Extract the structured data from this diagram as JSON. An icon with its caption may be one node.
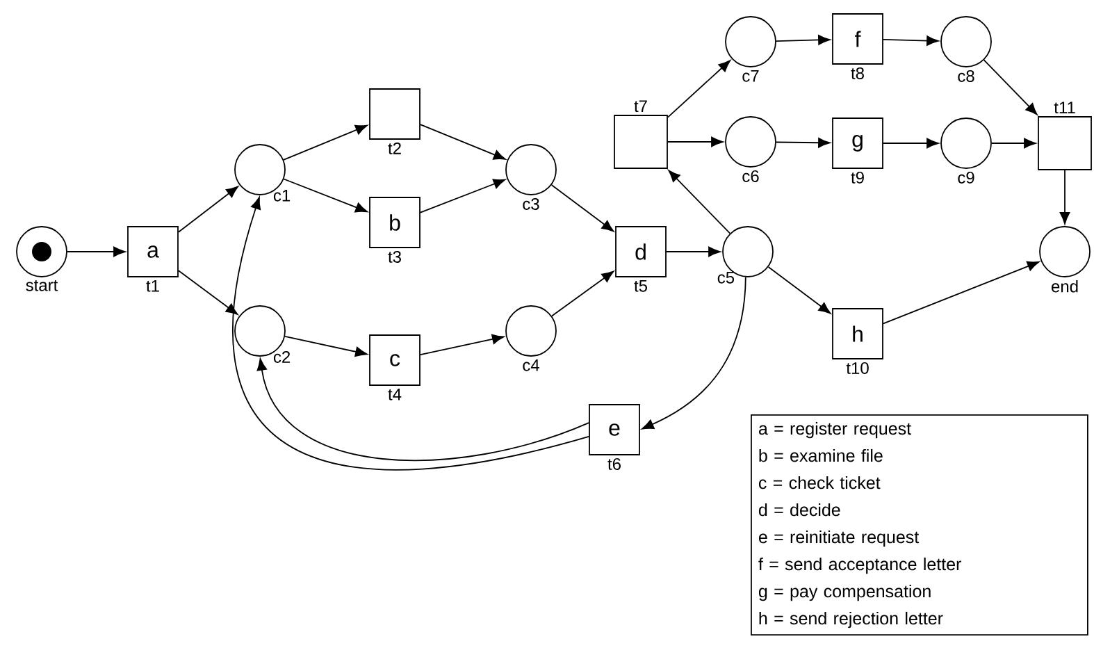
{
  "diagram": {
    "nodes": [
      {
        "text": [],
        "shape": "circle",
        "beside": [
          "start"
        ]
      },
      {
        "text": [
          "a"
        ],
        "beside": [
          "t1"
        ]
      },
      {
        "text": [],
        "shape": "circle",
        "beside": [
          "c1"
        ]
      },
      {
        "text": [],
        "shape": "circle",
        "beside": [
          "c2"
        ]
      },
      {
        "text": [],
        "shape": "box",
        "beside": [
          "t2"
        ]
      },
      {
        "text": [
          "b"
        ],
        "beside": [
          "t3"
        ]
      },
      {
        "text": [
          "c"
        ],
        "beside": [
          "t4"
        ]
      },
      {
        "text": [],
        "shape": "circle",
        "beside": [
          "c3"
        ]
      },
      {
        "text": [],
        "shape": "circle",
        "beside": [
          "c4"
        ]
      },
      {
        "text": [
          "d"
        ],
        "beside": [
          "t5"
        ]
      },
      {
        "text": [],
        "shape": "circle",
        "beside": [
          "c5"
        ]
      },
      {
        "text": [],
        "shape": "box",
        "beside": [
          "t7"
        ]
      },
      {
        "text": [],
        "shape": "circle",
        "beside": [
          "c7"
        ]
      },
      {
        "text": [],
        "shape": "circle",
        "beside": [
          "c6"
        ]
      },
      {
        "text": [
          "f"
        ],
        "beside": [
          "t8"
        ]
      },
      {
        "text": [
          "g"
        ],
        "beside": [
          "t9"
        ]
      },
      {
        "text": [],
        "shape": "circle",
        "beside": [
          "c8"
        ]
      },
      {
        "text": [],
        "shape": "circle",
        "beside": [
          "c9"
        ]
      },
      {
        "text": [],
        "shape": "box",
        "beside": [
          "t11"
        ]
      },
      {
        "text": [],
        "shape": "circle",
        "beside": [
          "end"
        ]
      },
      {
        "text": [
          "h"
        ],
        "beside": [
          "t10"
        ]
      },
      {
        "text": [
          "e"
        ],
        "beside": [
          "t6"
        ]
      },
      {
        "text": [
          "a = register request",
          "b = examine file",
          "c = check ticket",
          "d = decide",
          "e = reinitiate request",
          "f = send acceptance letter",
          "g = pay compensation",
          "h = send rejection letter"
        ]
      }
    ],
    "edges": [
      {
        "from": 0,
        "to": 1,
        "arrow": "to"
      },
      {
        "from": 1,
        "to": 2,
        "arrow": "to"
      },
      {
        "from": 1,
        "to": 3,
        "arrow": "to"
      },
      {
        "from": 2,
        "to": 4,
        "arrow": "to"
      },
      {
        "from": 2,
        "to": 5,
        "arrow": "to"
      },
      {
        "from": 3,
        "to": 6,
        "arrow": "to"
      },
      {
        "from": 4,
        "to": 7,
        "arrow": "to"
      },
      {
        "from": 5,
        "to": 7,
        "arrow": "to"
      },
      {
        "from": 6,
        "to": 8,
        "arrow": "to"
      },
      {
        "from": 7,
        "to": 9,
        "arrow": "to"
      },
      {
        "from": 8,
        "to": 9,
        "arrow": "to"
      },
      {
        "from": 9,
        "to": 10,
        "arrow": "to"
      },
      {
        "from": 10,
        "to": 11,
        "arrow": "to"
      },
      {
        "from": 10,
        "to": 20,
        "arrow": "to"
      },
      {
        "from": 10,
        "to": 21,
        "arrow": "to"
      },
      {
        "from": 21,
        "to": 3,
        "arrow": "to"
      },
      {
        "from": 21,
        "to": 2,
        "arrow": "to"
      },
      {
        "from": 11,
        "to": 12,
        "arrow": "to"
      },
      {
        "from": 11,
        "to": 13,
        "arrow": "to"
      },
      {
        "from": 12,
        "to": 14,
        "arrow": "to"
      },
      {
        "from": 13,
        "to": 15,
        "arrow": "to"
      },
      {
        "from": 14,
        "to": 16,
        "arrow": "to"
      },
      {
        "from": 15,
        "to": 17,
        "arrow": "to"
      },
      {
        "from": 16,
        "to": 18,
        "arrow": "to"
      },
      {
        "from": 17,
        "to": 18,
        "arrow": "to"
      },
      {
        "from": 18,
        "to": 19,
        "arrow": "to"
      },
      {
        "from": 20,
        "to": 19,
        "arrow": "to"
      }
    ]
  }
}
